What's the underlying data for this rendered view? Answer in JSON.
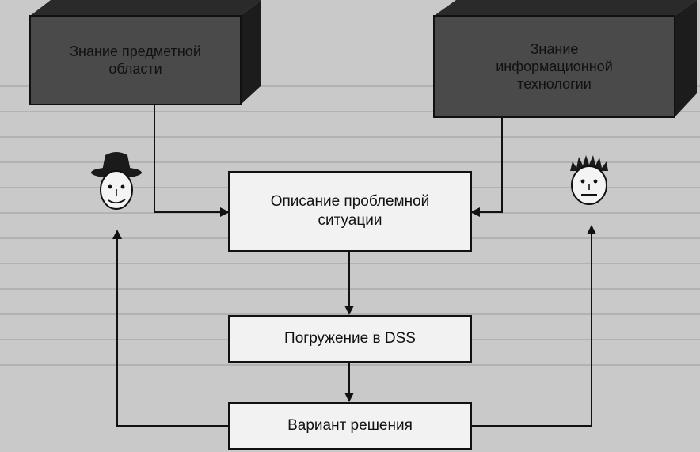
{
  "diagram": {
    "domain_knowledge_box": {
      "label": "Знание предметной\nобласти"
    },
    "it_knowledge_box": {
      "label": "Знание\nинформационной\nтехнологии"
    },
    "problem_box": {
      "label": "Описание проблемной\nситуации"
    },
    "dss_box": {
      "label": "Погружение в DSS"
    },
    "solution_box": {
      "label": "Вариант решения"
    },
    "figures": {
      "left": "person-with-hat-icon",
      "right": "person-with-spiky-hair-icon"
    },
    "colors": {
      "dark_box_front": "#4a4a4a",
      "dark_box_top": "#2a2a2a",
      "dark_box_side": "#1c1c1c",
      "light_box": "#f2f2f2",
      "background": "#c9c9c9",
      "line": "#111111"
    }
  }
}
